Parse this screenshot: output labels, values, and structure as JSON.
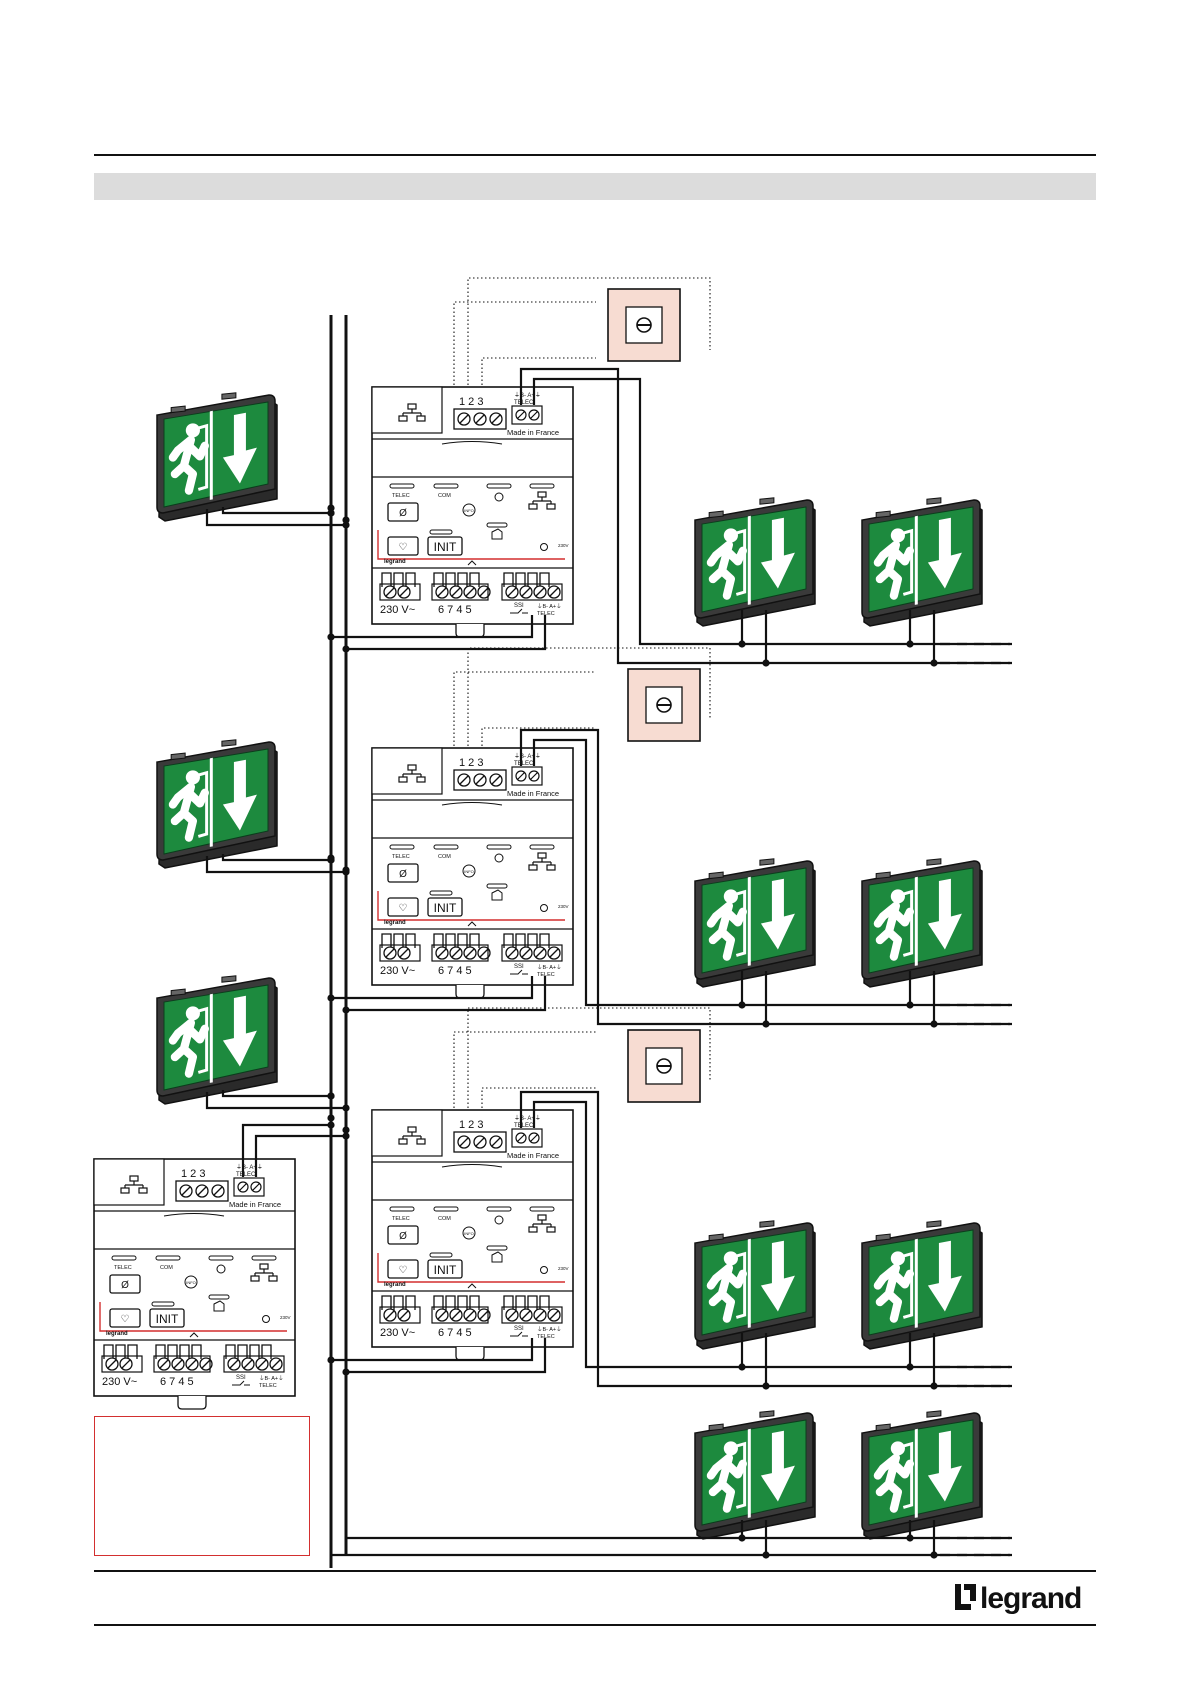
{
  "labels": {
    "terminals_123": "1 2 3",
    "bus_top": "B- A+",
    "telec": "TELEC",
    "made_in": "Made in France",
    "com": "COM",
    "info": "INFO",
    "init": "INIT",
    "brand_small": "legrand",
    "voltage": "230 V~",
    "terminals_6745": "6 7 4 5",
    "ssi": "SSI",
    "bus_bottom": "B- A+",
    "side_text": "230V"
  },
  "logo": {
    "text": "legrand"
  },
  "colors": {
    "sign_green": "#1d8a3e",
    "key_switch_fill": "#f7dcd2",
    "red_line": "#d32f2f",
    "band": "#dcdcdc"
  }
}
